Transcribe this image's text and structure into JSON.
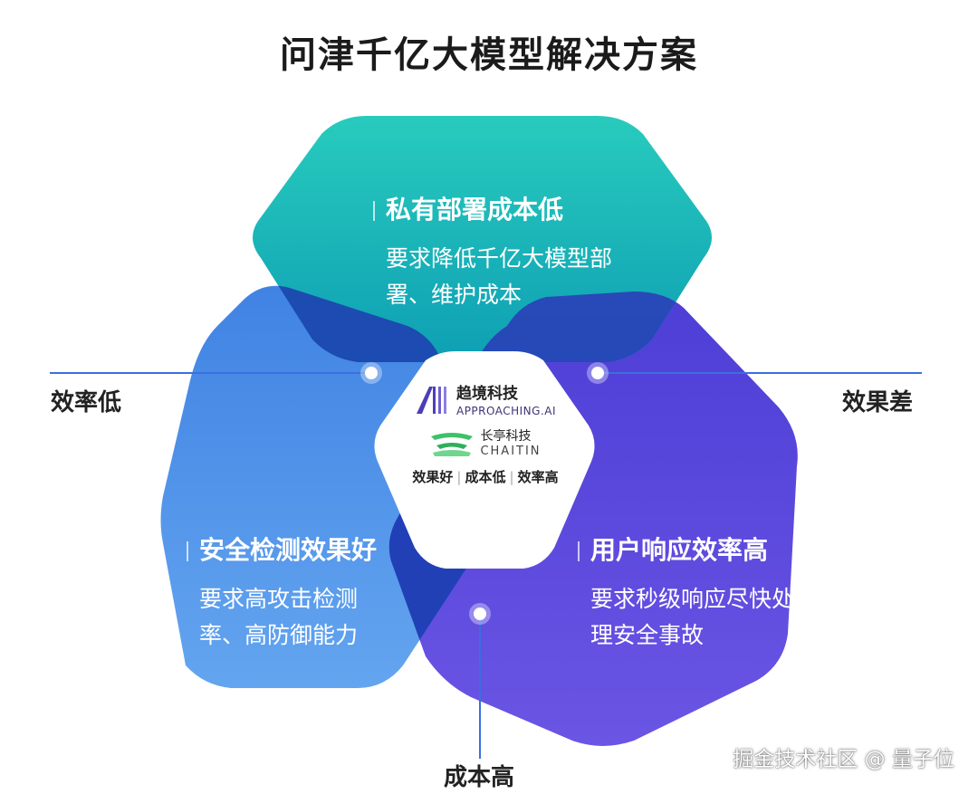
{
  "title": "问津千亿大模型解决方案",
  "axes": {
    "left": "效率低",
    "right": "效果差",
    "bottom": "成本高"
  },
  "hexagons": {
    "top": {
      "heading": "私有部署成本低",
      "body": "要求降低千亿大模型部署、维护成本",
      "color": "#22c4b4"
    },
    "left": {
      "heading": "安全检测效果好",
      "body": "要求高攻击检测率、高防御能力",
      "color": "#3d8ae6"
    },
    "right": {
      "heading": "用户响应效率高",
      "body": "要求秒级响应尽快处理安全事故",
      "color": "#6148dc"
    }
  },
  "center": {
    "logo_a_name": "趋境科技",
    "logo_a_sub": "APPROACHING.AI",
    "logo_c_name": "长亭科技",
    "logo_c_sub": "CHAITIN",
    "tags": [
      "效果好",
      "成本低",
      "效率高"
    ]
  },
  "watermark": "掘金技术社区 @ 量子位",
  "colors": {
    "overlap_dark": "#1b3aa8",
    "axis_line": "#3b6fe0"
  }
}
